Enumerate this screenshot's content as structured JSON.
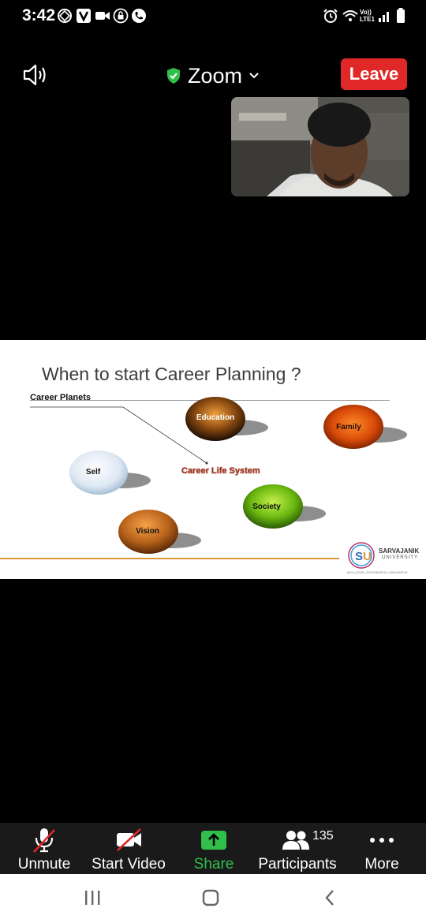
{
  "status_bar": {
    "time": "3:42",
    "network": "Vo)) LTE1"
  },
  "top_bar": {
    "title": "Zoom",
    "leave_label": "Leave"
  },
  "slide": {
    "title": "When to start Career Planning ?",
    "subtitle": "Career Planets",
    "planets": [
      "Education",
      "Family",
      "Self",
      "Career Life System",
      "Society",
      "Vision"
    ],
    "logo": {
      "name": "SARVAJANIK",
      "sub": "UNIVERSITY",
      "tagline": "INCLUSIVE | INTEGRATED | INNOVATIVE"
    }
  },
  "toolbar": {
    "unmute": "Unmute",
    "start_video": "Start Video",
    "share": "Share",
    "participants": "Participants",
    "participants_count": "135",
    "more": "More"
  },
  "colors": {
    "leave": "#e02828",
    "share": "#2fbf4a",
    "shield": "#2fbf4a"
  }
}
